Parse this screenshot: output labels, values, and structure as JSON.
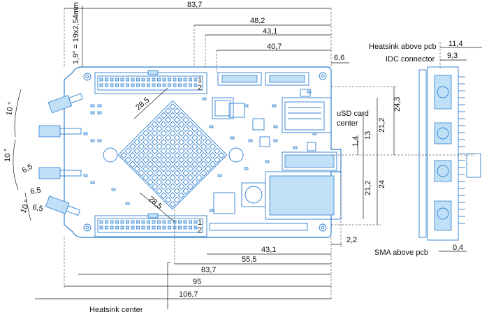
{
  "colors": {
    "board": "#2f7fd0",
    "board_fill": "#bfe0f7",
    "dimension": "#1a1a1a"
  },
  "dims": {
    "top_83_7": "83,7",
    "top_48_2": "48,2",
    "top_43_1": "43,1",
    "top_40_7": "40,7",
    "top_6_6": "6,6",
    "bot_43_1": "43,1",
    "bot_55_5": "55,5",
    "bot_83_7": "83,7",
    "bot_95": "95",
    "bot_106_7": "106,7",
    "r_2_2": "2,2",
    "v_24_3": "24,3",
    "v_21_2_top": "21,2",
    "v_13": "13",
    "v_1_4": "1,4",
    "v_24": "24",
    "v_21_2_bot": "21,2",
    "pitch": "1,9\" = 19x2,54mm",
    "diag_a": "28,5",
    "diag_b": "28,5",
    "ang_1": "10 °",
    "ang_2": "10 °",
    "ang_3": "10 °",
    "sma_a": "6,5",
    "sma_b": "6,5",
    "sma_c": "6,5",
    "side_11_4": "11,4",
    "side_9_3": "9,3",
    "side_0_4": "0,4"
  },
  "labels": {
    "heatsink_above": "Heatsink above pcb",
    "idc": "IDC connector",
    "usd_1": "uSD card",
    "usd_2": "center",
    "sma_above": "SMA above pcb",
    "heatsink_center": "Heatsink center",
    "pin1_top": "1",
    "pin2_top": "2",
    "pin1_bot": "1",
    "pin2_bot": "2"
  }
}
